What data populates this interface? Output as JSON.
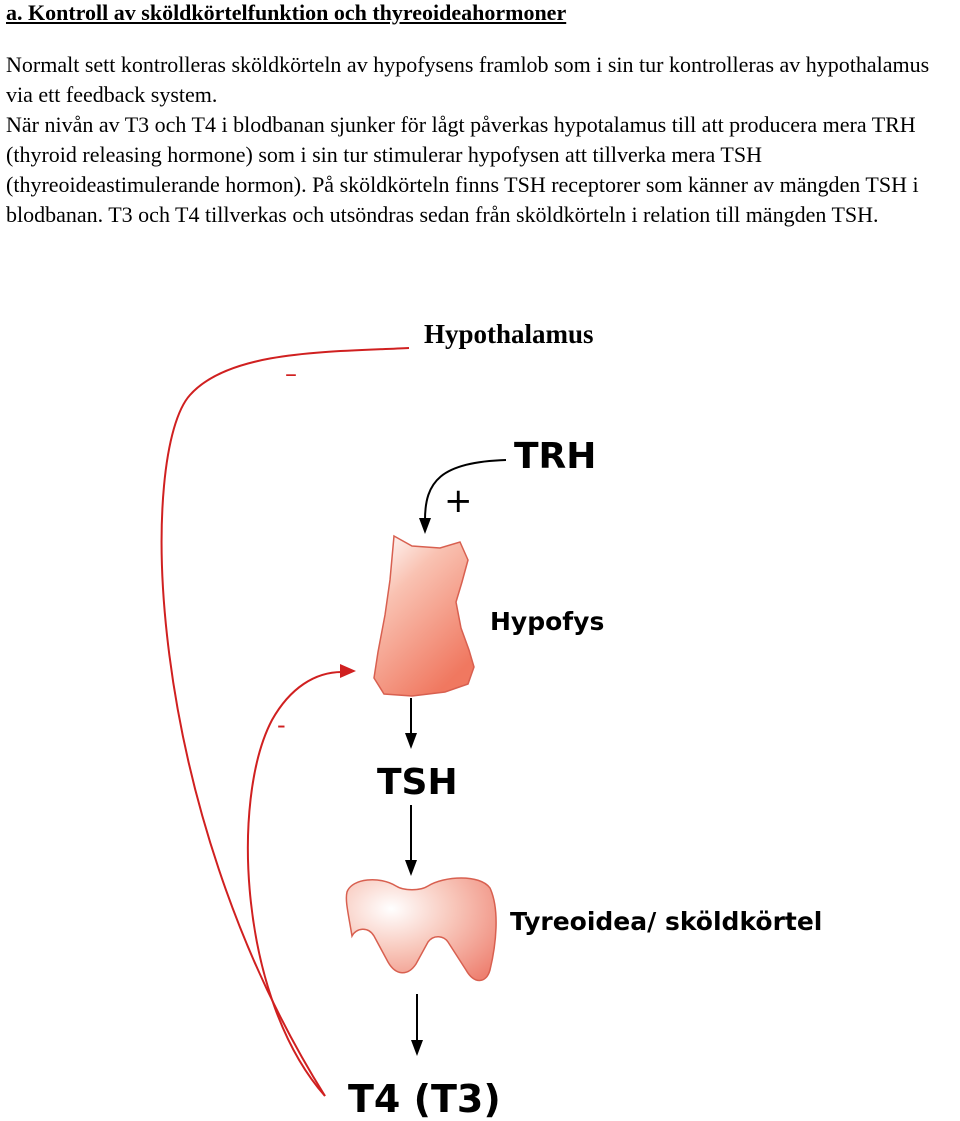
{
  "heading": "a. Kontroll av sköldkörtelfunktion och thyreoideahormoner",
  "paragraph1": "Normalt sett kontrolleras sköldkörteln av hypofysens framlob som i sin tur kontrolleras av hypothalamus via ett feedback system.",
  "paragraph2": "När nivån av T3 och T4 i blodbanan sjunker för lågt påverkas hypotalamus till att producera mera TRH (thyroid releasing hormone) som i sin tur stimulerar hypofysen att tillverka mera TSH (thyreoideastimulerande hormon). På sköldkörteln finns TSH receptorer som känner av mängden TSH i blodbanan. T3 och T4 tillverkas och utsöndras sedan från sköldkörteln i relation till mängden TSH.",
  "diagram": {
    "hypothalamus_label": "Hypothalamus",
    "trh_label": "TRH",
    "plus_sign": "+",
    "hypofys_label": "Hypofys",
    "tsh_label": "TSH",
    "tyreoidea_label": "Tyreoidea/ sköldkörtel",
    "t4_label": "T4 (T3)",
    "minus_outer": "–",
    "minus_inner": "-",
    "organ_color": "#F07860",
    "feedback_color": "#D02020"
  }
}
